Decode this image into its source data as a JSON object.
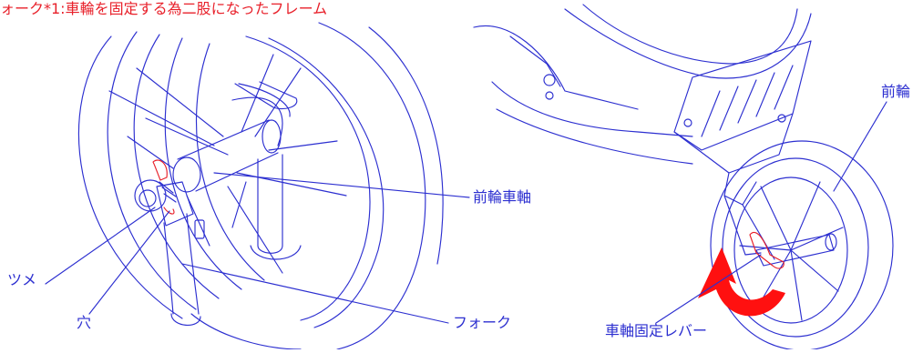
{
  "caption": "ォーク*1:車輪を固定する為二股になったフレーム",
  "labels": {
    "front_axle": "前輪車軸",
    "tab": "ツメ",
    "hole": "穴",
    "fork": "フォーク",
    "front_wheel": "前輪",
    "axle_lever": "車軸固定レバー"
  },
  "colors": {
    "ink": "#2c2fd0",
    "caption": "#e8202a",
    "highlight": "#e8202a",
    "arrow": "#ff1010"
  },
  "icons": [
    "rotation-arrow-icon"
  ]
}
